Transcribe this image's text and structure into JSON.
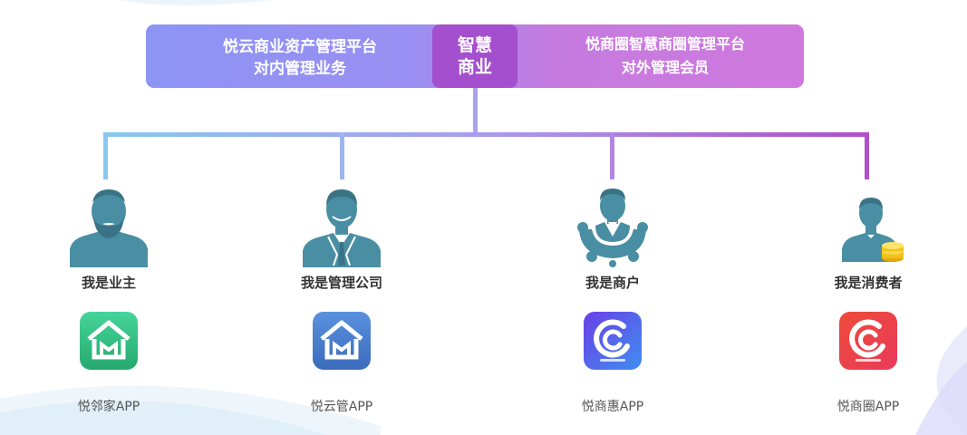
{
  "banner": {
    "left_line1": "悦云商业资产管理平台",
    "left_line2": "对内管理业务",
    "center_line1": "智慧",
    "center_line2": "商业",
    "right_line1": "悦商圈智慧商圈管理平台",
    "right_line2": "对外管理会员"
  },
  "colors": {
    "avatar": "#4a8ea3",
    "connector_start": "#86c8f0",
    "connector_end": "#b04fc9",
    "app_green": "#3cc38a",
    "app_blue": "#4a7fcf",
    "app_purple": "#5a4fe0",
    "app_red": "#e8413a"
  },
  "roles": [
    {
      "label": "我是业主",
      "app": "悦邻家APP",
      "avatar_icon": "bearded-man-icon",
      "app_icon": "house-green-app-icon"
    },
    {
      "label": "我是管理公司",
      "app": "悦云管APP",
      "avatar_icon": "suited-man-icon",
      "app_icon": "house-blue-app-icon"
    },
    {
      "label": "我是商户",
      "app": "悦商惠APP",
      "avatar_icon": "merchant-wheel-icon",
      "app_icon": "swirl-purple-app-icon"
    },
    {
      "label": "我是消费者",
      "app": "悦商圈APP",
      "avatar_icon": "consumer-coins-icon",
      "app_icon": "swirl-red-app-icon"
    }
  ]
}
